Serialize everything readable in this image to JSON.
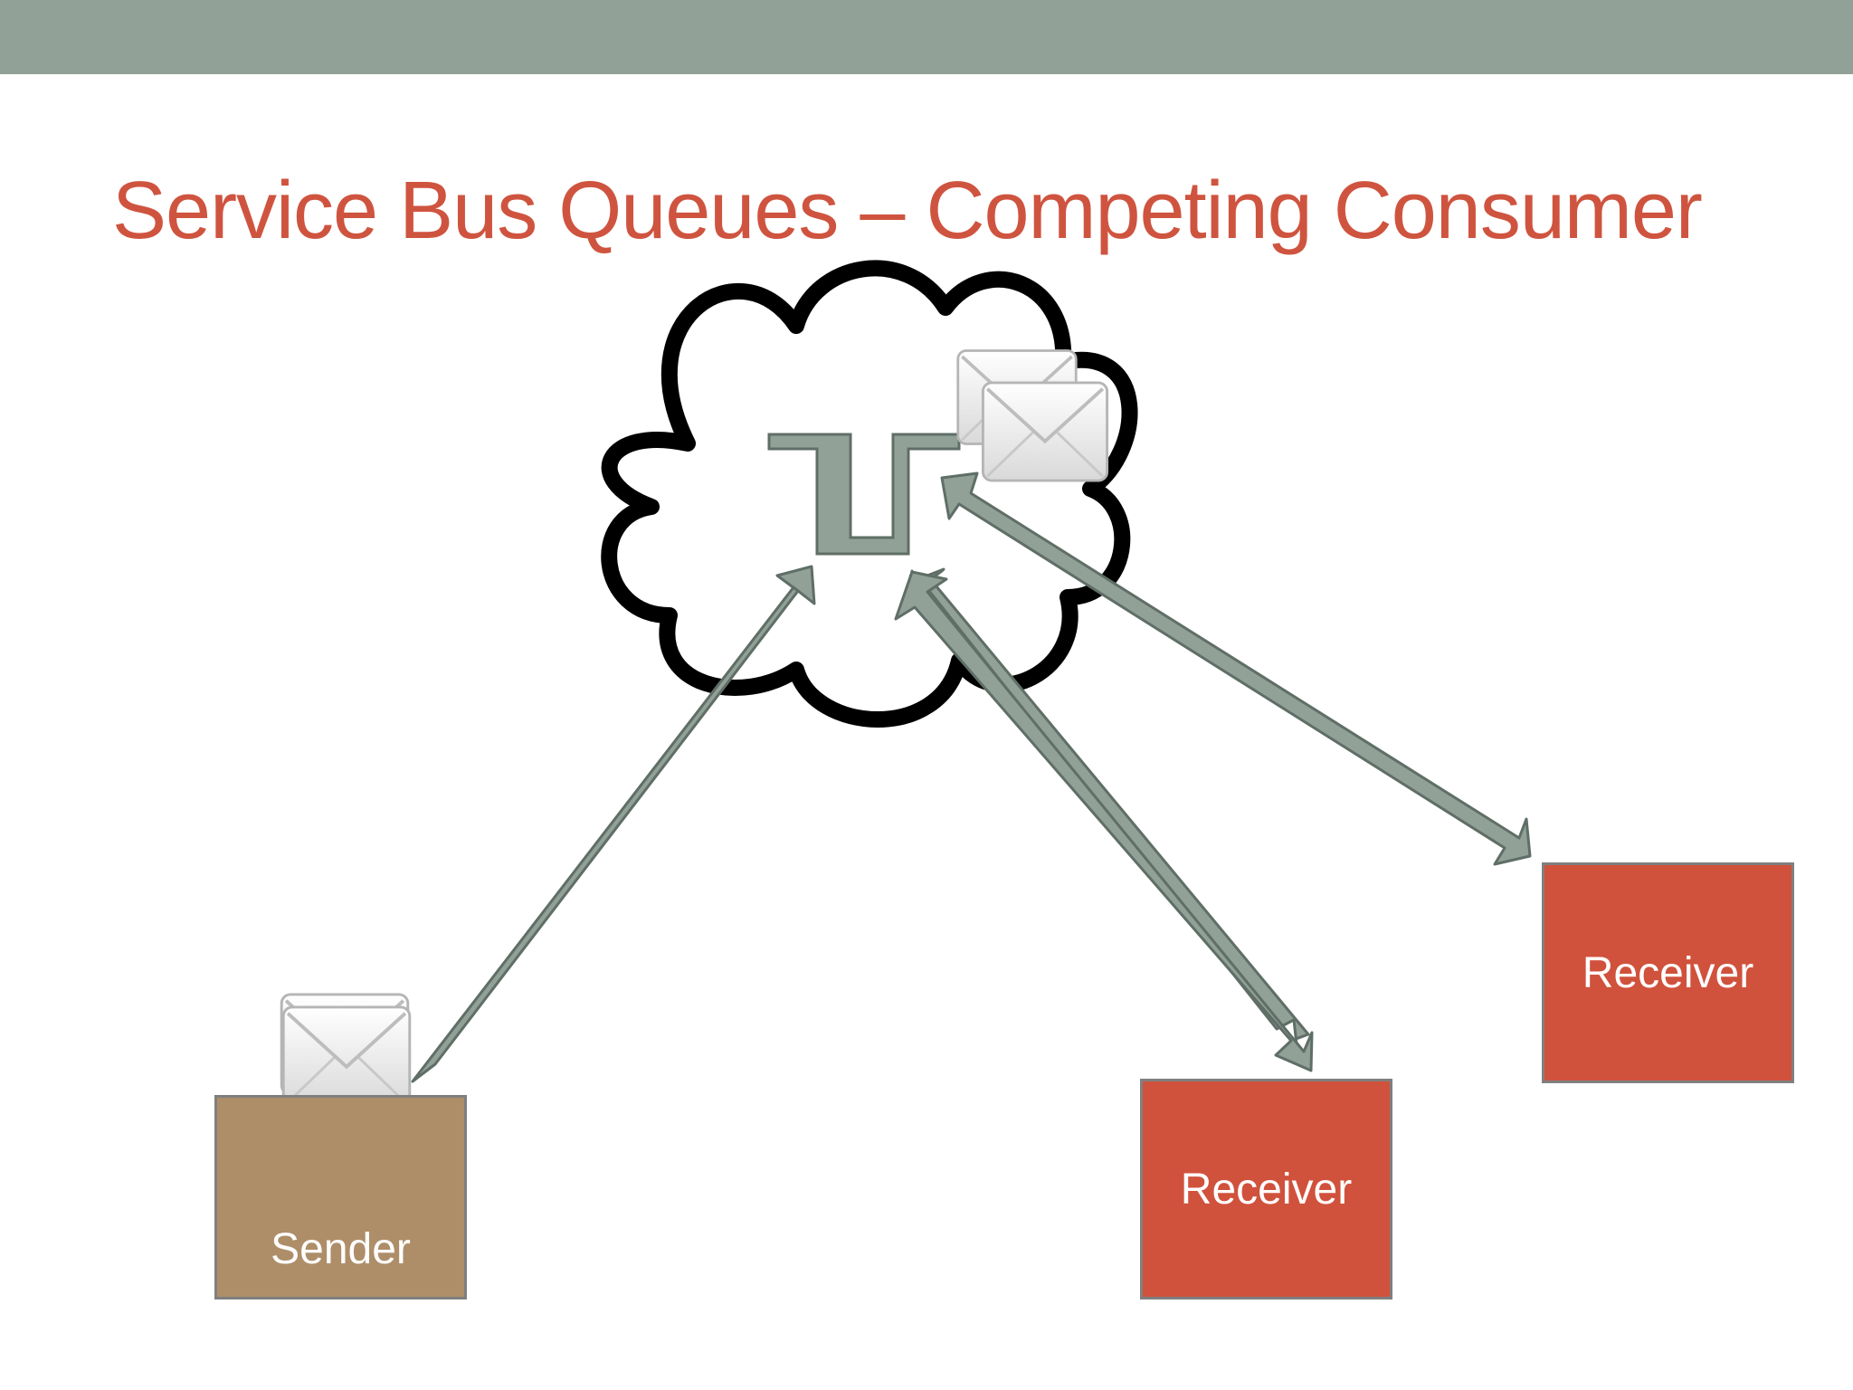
{
  "colors": {
    "top_bar": "#91a198",
    "title": "#cf543f",
    "arrow_fill": "#91a198",
    "arrow_stroke": "#5f6e66",
    "sender": "#ae8e69",
    "receiver": "#d0523c",
    "cloud_stroke": "#000000"
  },
  "slide": {
    "title": "Service Bus Queues – Competing Consumer"
  },
  "diagram": {
    "queue_icon": "queue-icon",
    "envelope_icon": "envelope-icon",
    "sender": {
      "label": "Sender"
    },
    "receivers": [
      {
        "label": "Receiver"
      },
      {
        "label": "Receiver"
      }
    ]
  }
}
